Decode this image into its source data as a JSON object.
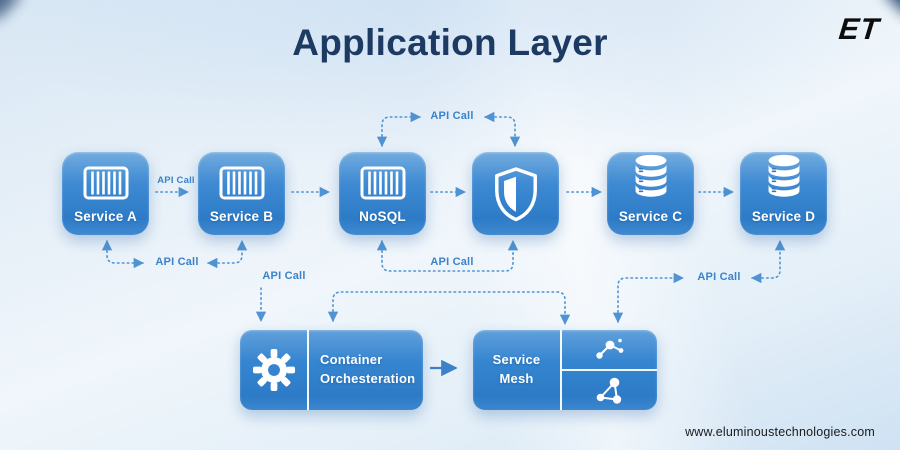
{
  "header": {
    "title": "Application Layer",
    "logo": "ET"
  },
  "footer": {
    "website": "www.eluminoustechnologies.com"
  },
  "labels": {
    "api_call": "API Call"
  },
  "nodes": {
    "service_a": {
      "label": "Service A",
      "icon": "container-icon"
    },
    "service_b": {
      "label": "Service B",
      "icon": "container-icon"
    },
    "nosql": {
      "label": "NoSQL",
      "icon": "container-icon"
    },
    "security": {
      "label": "",
      "icon": "shield-icon"
    },
    "service_c": {
      "label": "Service C",
      "icon": "database-icon"
    },
    "service_d": {
      "label": "Service D",
      "icon": "database-icon"
    },
    "container_orchestration": {
      "label": "Container Orchesteration",
      "icon": "gear-icon"
    },
    "service_mesh": {
      "label": "Service Mesh",
      "icon": "network-nodes-icon"
    }
  },
  "connections": [
    {
      "from": "Service A",
      "to": "Service B",
      "label": "API Call",
      "style": "dashed-arrow"
    },
    {
      "from": "Service B",
      "to": "NoSQL",
      "label": "",
      "style": "dashed-arrow"
    },
    {
      "from": "NoSQL",
      "to": "Security",
      "label": "",
      "style": "dashed-arrow"
    },
    {
      "from": "Security",
      "to": "Service C",
      "label": "",
      "style": "dashed-arrow"
    },
    {
      "from": "Service C",
      "to": "Service D",
      "label": "",
      "style": "dashed-arrow"
    },
    {
      "from": "NoSQL",
      "to": "Security",
      "label": "API Call",
      "style": "dashed-bidirectional-loop",
      "position": "above-row"
    },
    {
      "from": "Service A",
      "to": "Service B",
      "label": "API Call",
      "style": "dashed-bidirectional-loop",
      "position": "below-row"
    },
    {
      "from": "NoSQL",
      "to": "Security",
      "label": "API Call",
      "style": "dashed-bidirectional-loop",
      "position": "below-row"
    },
    {
      "from": "API Call label",
      "to": "Container Orchesteration",
      "label": "API Call",
      "style": "dashed-arrow-down"
    },
    {
      "from": "Container Orchesteration",
      "to": "Service Mesh",
      "label": "",
      "style": "dashed-bidirectional-loop"
    },
    {
      "from": "Service Mesh",
      "to": "Service D",
      "label": "API Call",
      "style": "dashed-bidirectional-loop"
    },
    {
      "from": "Container Orchesteration",
      "to": "Service Mesh",
      "label": "",
      "style": "solid-arrow"
    }
  ],
  "colors": {
    "node_blue": "#3282cd",
    "connector_blue": "#4f93d5",
    "api_label_blue": "#3a83ca",
    "title_navy": "#1d3a63",
    "background_light_blue": "#e2eef8"
  }
}
